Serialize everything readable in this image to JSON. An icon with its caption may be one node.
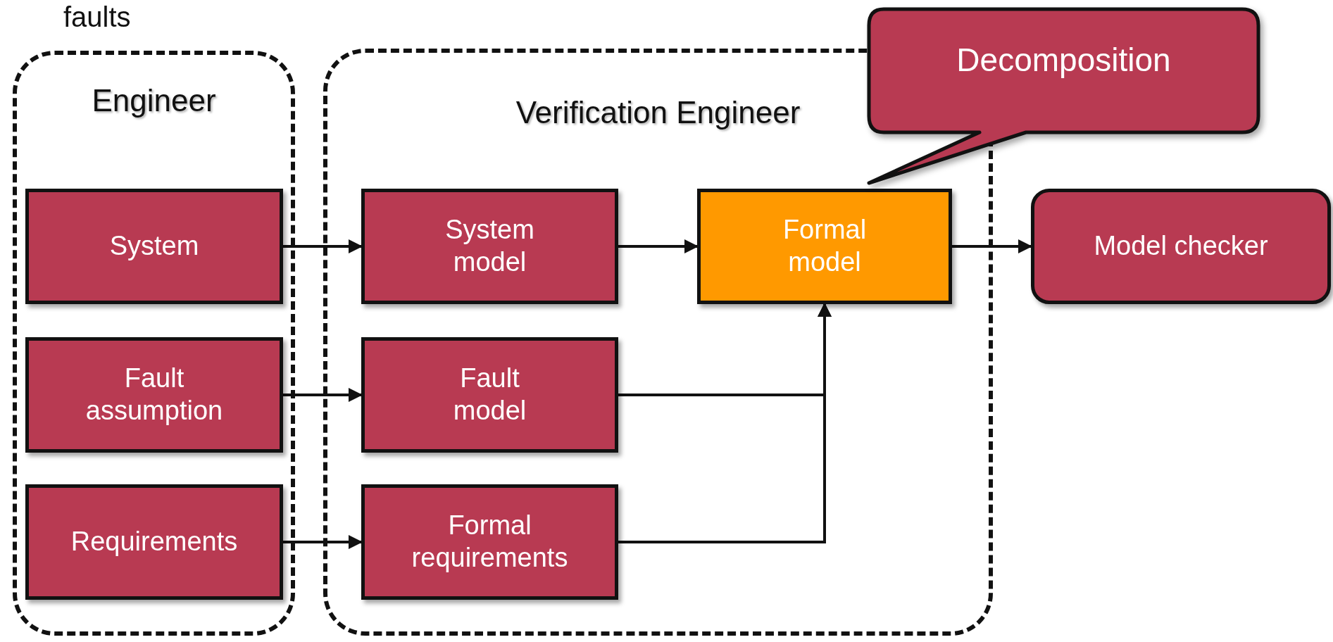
{
  "diagram": {
    "nodes": [
      {
        "text": [
          "Engineer"
        ]
      },
      {
        "text": [
          "System"
        ],
        "in": 0
      },
      {
        "text": [
          "Fault assumption"
        ],
        "in": 0
      },
      {
        "text": [
          "Requirements"
        ],
        "in": 0
      },
      {
        "text": [
          "Verification Engineer"
        ]
      },
      {
        "text": [
          "System model"
        ],
        "in": 4
      },
      {
        "text": [
          "Fault model"
        ],
        "in": 4
      },
      {
        "text": [
          "Formal requirements"
        ],
        "in": 4
      },
      {
        "text": [
          "Formal model"
        ],
        "in": 4
      },
      {
        "text": [
          "Decomposition"
        ]
      },
      {
        "text": [
          "Model checker"
        ]
      }
    ],
    "edges": [
      {
        "from": 1,
        "to": 5,
        "arrow": "to"
      },
      {
        "from": 2,
        "to": 6,
        "arrow": "to"
      },
      {
        "from": 3,
        "to": 7,
        "arrow": "to"
      },
      {
        "from": 5,
        "to": 8,
        "arrow": "to"
      },
      {
        "from": 6,
        "to": 8,
        "arrow": "to"
      },
      {
        "from": 7,
        "to": 8,
        "arrow": "to"
      },
      {
        "from": 8,
        "to": 10,
        "arrow": "to"
      }
    ],
    "labels": [
      "faults"
    ]
  }
}
